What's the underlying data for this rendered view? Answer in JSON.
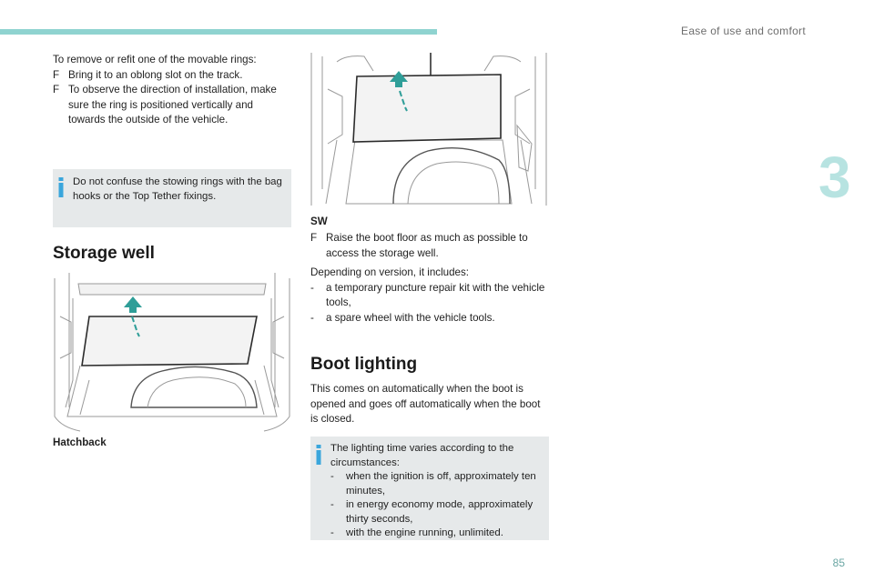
{
  "header": {
    "section_title": "Ease of use and comfort"
  },
  "chapter": {
    "number": "3"
  },
  "footer": {
    "page_number": "85"
  },
  "rings": {
    "intro": "To remove or refit one of the movable rings:",
    "bullet_marker": "F",
    "steps": [
      "Bring it to an oblong slot on the track.",
      "To observe the direction of installation, make sure the ring is positioned vertically and towards the outside of the vehicle."
    ]
  },
  "note_rings": {
    "text": "Do not confuse the stowing rings with the bag hooks or the Top Tether fixings."
  },
  "storage_well": {
    "heading": "Storage well",
    "hatchback_label": "Hatchback",
    "sw_label": "SW",
    "sw_step": "Raise the boot floor as much as possible to access the storage well.",
    "depending_intro": "Depending on version, it includes:",
    "dash": "-",
    "includes": [
      "a temporary puncture repair kit with the vehicle tools,",
      "a spare wheel with the vehicle tools."
    ]
  },
  "boot_lighting": {
    "heading": "Boot lighting",
    "text": "This comes on automatically when the boot is opened and goes off automatically when the boot is closed."
  },
  "note_lighting": {
    "intro": "The lighting time varies according to the circumstances:",
    "items": [
      "when the ignition is off, approximately ten minutes,",
      "in energy economy mode, approximately thirty seconds,",
      "with the engine running, unlimited."
    ]
  },
  "colors": {
    "accent": "#8fd3d0",
    "arrow": "#2f9e98",
    "note_bg": "#e6e9ea",
    "info_icon": "#3aa6dc"
  },
  "icons": [
    "info-icon",
    "raise-arrow-icon"
  ]
}
